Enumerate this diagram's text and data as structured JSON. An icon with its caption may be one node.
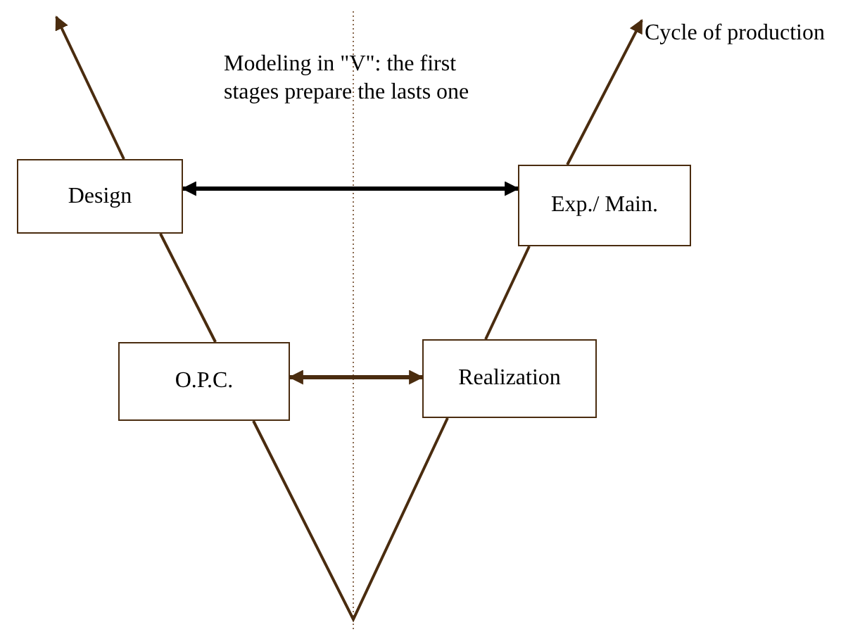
{
  "diagram": {
    "nodes": [
      {
        "text": [
          "Design"
        ]
      },
      {
        "text": [
          "Exp./ Main."
        ]
      },
      {
        "text": [
          "O.P.C."
        ]
      },
      {
        "text": [
          "Realization"
        ]
      },
      {
        "text": [
          "Cycle of production"
        ]
      }
    ],
    "edges": [
      {
        "from": 0,
        "to": 1,
        "arrow": "both",
        "color": "#000000"
      },
      {
        "from": 2,
        "to": 3,
        "arrow": "both"
      },
      {
        "from": 0,
        "to": null,
        "arrow": "to"
      },
      {
        "from": 0,
        "to": 2,
        "arrow": "none"
      },
      {
        "from": 2,
        "to": 3,
        "arrow": "none"
      },
      {
        "from": 3,
        "to": 1,
        "arrow": "none"
      },
      {
        "from": 1,
        "to": 4,
        "arrow": "to"
      }
    ],
    "labels": [
      "Modeling in \"V\": the first stages prepare the lasts one"
    ]
  }
}
